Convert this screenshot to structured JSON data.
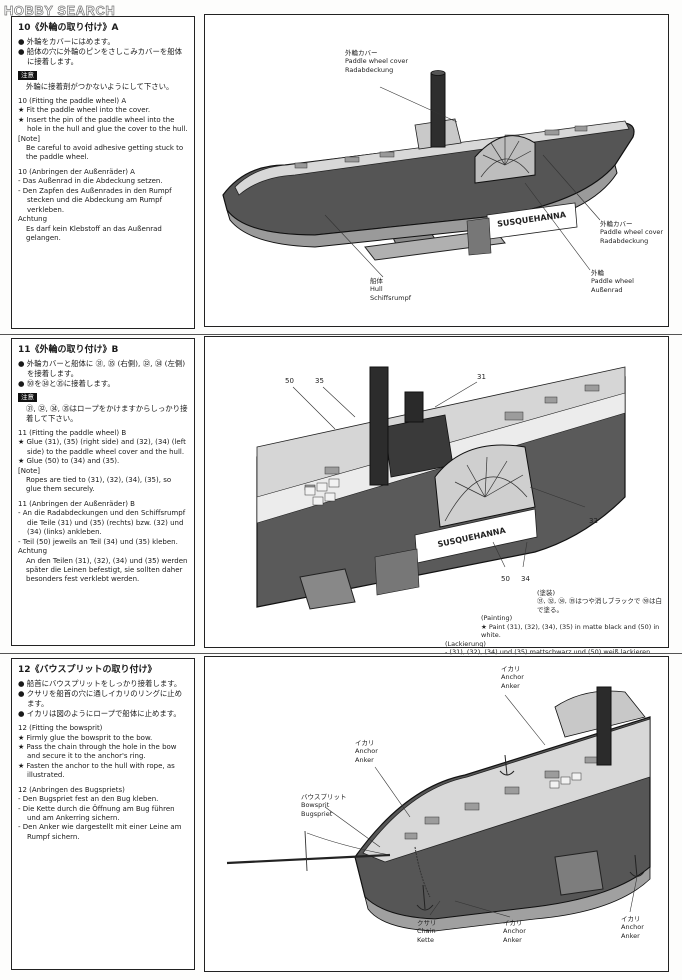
{
  "watermark": "HOBBY SEARCH",
  "step10": {
    "title": "10《外輪の取り付け》A",
    "jp": [
      "● 外輪をカバーにはめます。",
      "● 船体の穴に外輪のピンをさしこみカバーを船体に接着します。"
    ],
    "note_label": "注意",
    "note_jp": "外輪に接着剤がつかないようにして下さい。",
    "en_title": "10 (Fitting the paddle wheel) A",
    "en": [
      "★ Fit the paddle wheel into the cover.",
      "★ Insert the pin of the paddle wheel into the hole in the hull and glue the cover to the hull."
    ],
    "en_note_label": "[Note]",
    "en_note": "Be careful to avoid adhesive getting stuck to the paddle wheel.",
    "de_title": "10 (Anbringen der Außenräder) A",
    "de": [
      "- Das Außenrad in die Abdeckung setzen.",
      "- Den Zapfen des Außenrades in den Rumpf stecken und die Abdeckung am Rumpf verkleben."
    ],
    "de_note_label": "Achtung",
    "de_note": "Es darf kein Klebstoff an das Außenrad gelangen.",
    "labels": {
      "cover_top": [
        "外輪カバー",
        "Paddle wheel cover",
        "Radabdeckung"
      ],
      "cover_right": [
        "外輪カバー",
        "Paddle wheel cover",
        "Radabdeckung"
      ],
      "wheel": [
        "外輪",
        "Paddle wheel",
        "Außenrad"
      ],
      "hull": [
        "船体",
        "Hull",
        "Schiffsrumpf"
      ]
    },
    "ship_name": "SUSQUEHANNA"
  },
  "step11": {
    "title": "11《外輪の取り付け》B",
    "jp": [
      "● 外輪カバーと船体に ㉛, ㉟ (右側), ㉜, ㉞ (左側) を接着します。",
      "● ㊿を㉞と㉟に接着します。"
    ],
    "note_label": "注意",
    "note_jp": "㉛, ㉜, ㉞, ㉟はロープをかけますからしっかり接着して下さい。",
    "en_title": "11 (Fitting the paddle wheel) B",
    "en": [
      "★ Glue (31), (35) (right side) and (32), (34) (left side) to the paddle wheel cover and the hull.",
      "★ Glue (50) to (34) and (35)."
    ],
    "en_note_label": "[Note]",
    "en_note": "Ropes are tied to (31), (32), (34), (35), so glue them securely.",
    "de_title": "11 (Anbringen der Außenräder) B",
    "de": [
      "- An die Radabdeckungen und den Schiffsrumpf die Teile (31) und (35) (rechts) bzw. (32) und (34) (links) ankleben.",
      "- Teil (50) jeweils an Teil (34) und (35) kleben."
    ],
    "de_note_label": "Achtung",
    "de_note": "An den Teilen (31), (32), (34) und (35) werden später die Leinen befestigt, sie sollten daher besonders fest verklebt werden.",
    "parts": [
      "50",
      "35",
      "31",
      "32",
      "50",
      "34"
    ],
    "paint": {
      "jp_label": "(塗装)",
      "jp": "㉛, ㉜, ㉞, ㉟はつや消しブラックで ㊿は白で塗る。",
      "en_label": "(Painting)",
      "en": "★ Paint (31), (32), (34), (35) in matte black and (50) in white.",
      "de_label": "(Lackierung)",
      "de": "- (31), (32), (34) und (35) mattschwarz und (50) weiß lackieren."
    },
    "ship_name": "SUSQUEHANNA"
  },
  "step12": {
    "title": "12《バウスプリットの取り付け》",
    "jp": [
      "● 船首にバウスプリットをしっかり接着します。",
      "● クサリを船首の穴に通しイカリのリングに止めます。",
      "● イカリは図のようにロープで船体に止めます。"
    ],
    "en_title": "12 (Fitting the bowsprit)",
    "en": [
      "★ Firmly glue the bowsprit to the bow.",
      "★ Pass the chain through the hole in the bow and secure it to the anchor's ring.",
      "★ Fasten the anchor to the hull with rope, as illustrated."
    ],
    "de_title": "12 (Anbringen des Bugspriets)",
    "de": [
      "- Den Bugspriet fest an den Bug kleben.",
      "- Die Kette durch die Öffnung am Bug führen und am Ankerring sichern.",
      "- Den Anker wie dargestellt mit einer Leine am Rumpf sichern."
    ],
    "labels": {
      "anchor_top": [
        "イカリ",
        "Anchor",
        "Anker"
      ],
      "anchor_mid": [
        "イカリ",
        "Anchor",
        "Anker"
      ],
      "bowsprit": [
        "バウスプリット",
        "Bowsprit",
        "Bugspriet"
      ],
      "chain": [
        "クサリ",
        "Chain",
        "Kette"
      ],
      "anchor_bottom": [
        "イカリ",
        "Anchor",
        "Anker"
      ],
      "anchor_right": [
        "イカリ",
        "Anchor",
        "Anker"
      ]
    }
  }
}
